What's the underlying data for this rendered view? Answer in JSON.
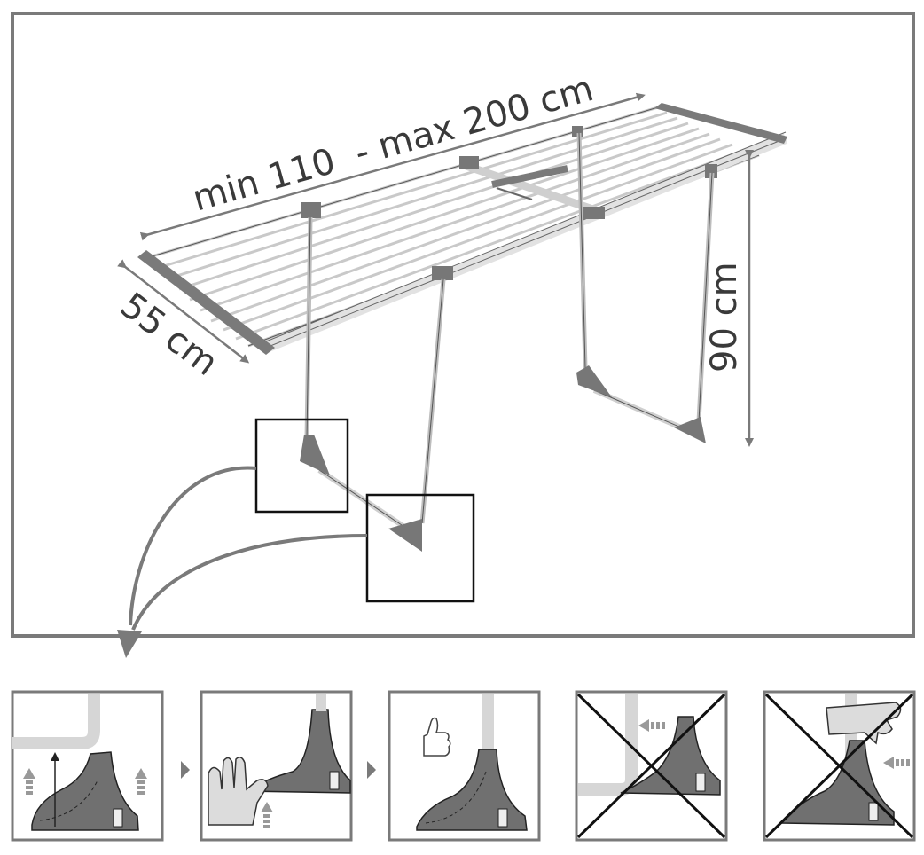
{
  "dimensions": {
    "length_label": "min 110  - max 200 cm",
    "width_label": "55 cm",
    "height_label": "90 cm"
  },
  "colors": {
    "frame": "#7a7a7a",
    "dark_part": "#6e6e6e",
    "light_rail": "#d8d8d8",
    "line": "#333333"
  },
  "steps": [
    {
      "id": "step-1",
      "status": "arrows-up",
      "icon": "arrow-up-icon"
    },
    {
      "id": "step-2",
      "status": "push-with-hand",
      "icon": "hand-icon"
    },
    {
      "id": "step-3",
      "status": "correct",
      "icon": "thumbs-up-icon"
    },
    {
      "id": "step-4",
      "status": "incorrect",
      "icon": "cross-icon"
    },
    {
      "id": "step-5",
      "status": "incorrect",
      "icon": "cross-icon"
    }
  ]
}
